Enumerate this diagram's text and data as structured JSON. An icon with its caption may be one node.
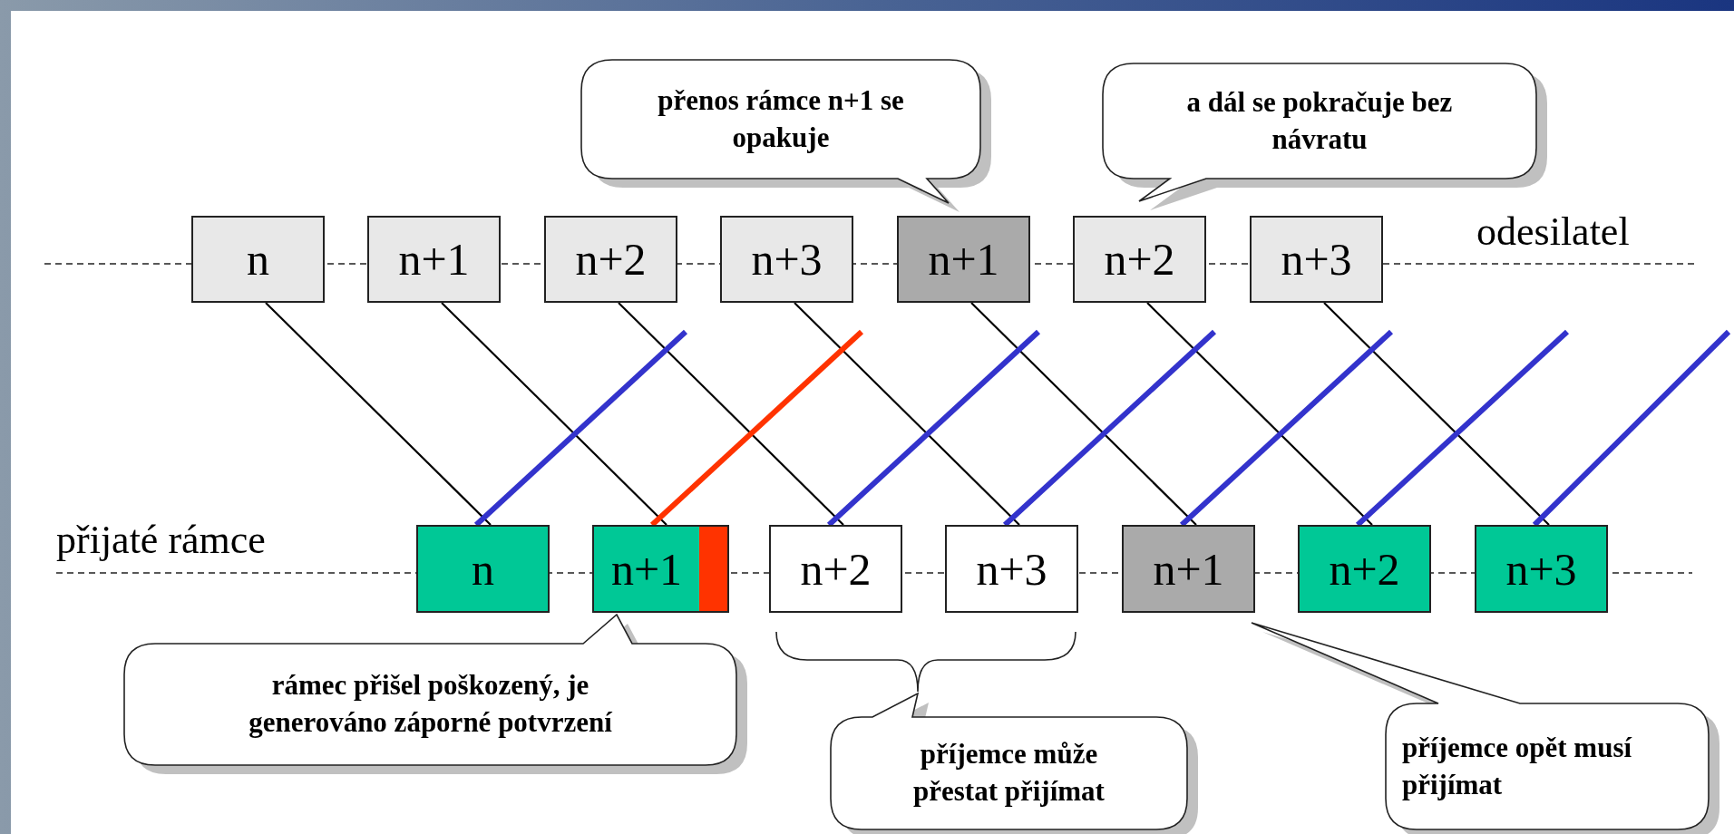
{
  "diagram": {
    "nodes": [
      {
        "text": [
          "přenos rámce n+1 se opakuje"
        ]
      },
      {
        "text": [
          "a dál se pokračuje bez návratu"
        ]
      },
      {
        "text": [
          "n"
        ]
      },
      {
        "text": [
          "n+1"
        ]
      },
      {
        "text": [
          "n+2"
        ]
      },
      {
        "text": [
          "n+3"
        ]
      },
      {
        "text": [
          "n+1"
        ]
      },
      {
        "text": [
          "n+2"
        ]
      },
      {
        "text": [
          "n+3"
        ]
      },
      {
        "text": [
          "n"
        ]
      },
      {
        "text": [
          "n+1"
        ]
      },
      {
        "text": [
          "n+2"
        ]
      },
      {
        "text": [
          "n+3"
        ]
      },
      {
        "text": [
          "n+1"
        ]
      },
      {
        "text": [
          "n+2"
        ]
      },
      {
        "text": [
          "n+3"
        ]
      },
      {
        "text": [
          "rámec přišel poškozený, je generováno záporné potvrzení"
        ]
      },
      {
        "text": [
          "příjemce může přestat přijímat"
        ]
      },
      {
        "text": [
          "příjemce opět musí přijímat"
        ]
      }
    ],
    "edges": [
      {
        "from": 2,
        "to": 9,
        "arrow": "none"
      },
      {
        "from": 3,
        "to": 10,
        "arrow": "none"
      },
      {
        "from": 4,
        "to": 11,
        "arrow": "none"
      },
      {
        "from": 5,
        "to": 12,
        "arrow": "none"
      },
      {
        "from": 6,
        "to": 13,
        "arrow": "none"
      },
      {
        "from": 7,
        "to": 14,
        "arrow": "none"
      },
      {
        "from": 8,
        "to": 15,
        "arrow": "none"
      },
      {
        "from": 9,
        "to": null,
        "arrow": "none",
        "style": "thick",
        "color": "#3333cc"
      },
      {
        "from": 10,
        "to": null,
        "arrow": "none",
        "style": "thick",
        "color": "#ff3300"
      },
      {
        "from": 11,
        "to": null,
        "arrow": "none",
        "style": "thick",
        "color": "#3333cc"
      },
      {
        "from": 12,
        "to": null,
        "arrow": "none",
        "style": "thick",
        "color": "#3333cc"
      },
      {
        "from": 13,
        "to": null,
        "arrow": "none",
        "style": "thick",
        "color": "#3333cc"
      },
      {
        "from": 14,
        "to": null,
        "arrow": "none",
        "style": "thick",
        "color": "#3333cc"
      },
      {
        "from": 15,
        "to": null,
        "arrow": "none",
        "style": "thick",
        "color": "#3333cc"
      }
    ],
    "labels": [
      "odesilatel",
      "přijaté rámce"
    ]
  }
}
